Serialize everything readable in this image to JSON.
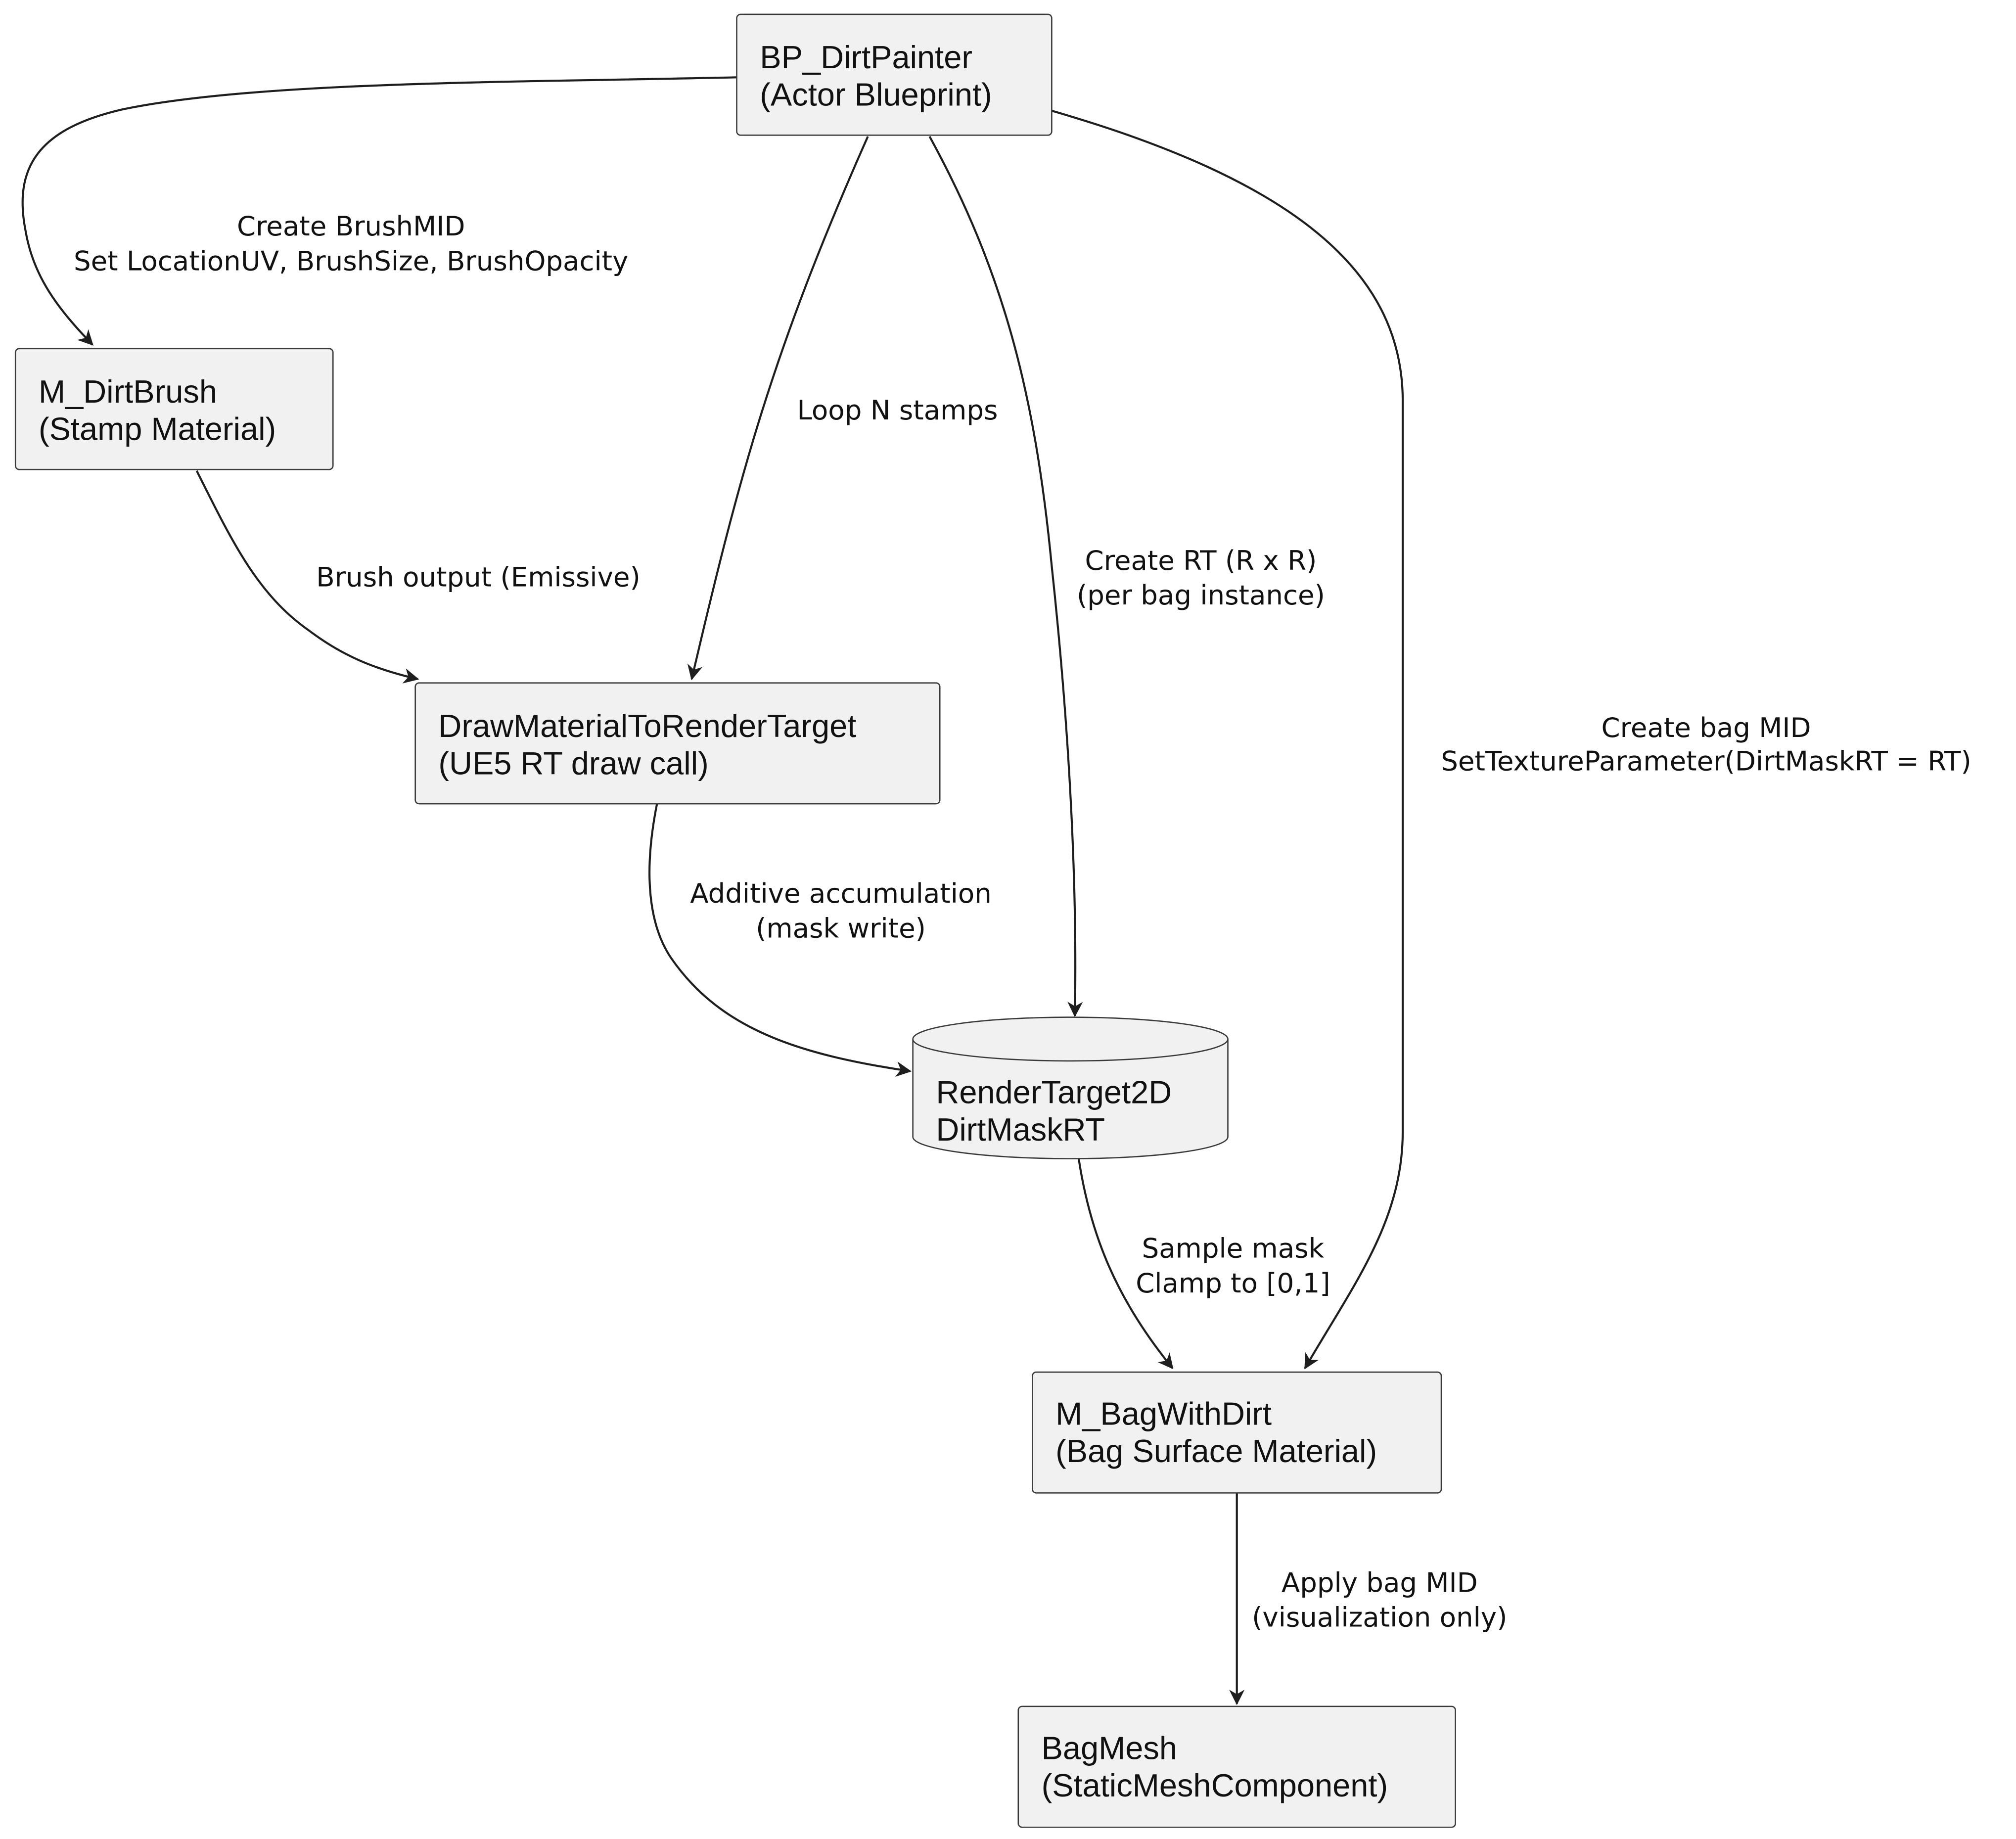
{
  "nodes": {
    "bp_dirtpainter": {
      "line1": "BP_DirtPainter",
      "line2": "(Actor Blueprint)"
    },
    "m_dirtbrush": {
      "line1": "M_DirtBrush",
      "line2": "(Stamp Material)"
    },
    "draw_material": {
      "line1": "DrawMaterialToRenderTarget",
      "line2": "(UE5 RT draw call)"
    },
    "render_target": {
      "line1": "RenderTarget2D",
      "line2": "DirtMaskRT"
    },
    "m_bagwithdirt": {
      "line1": "M_BagWithDirt",
      "line2": "(Bag Surface Material)"
    },
    "bagmesh": {
      "line1": "BagMesh",
      "line2": "(StaticMeshComponent)"
    }
  },
  "edges": {
    "create_brush": {
      "line1": "Create BrushMID",
      "line2": "Set LocationUV, BrushSize, BrushOpacity"
    },
    "loop_stamps": {
      "line1": "Loop N stamps"
    },
    "create_rt": {
      "line1": "Create RT (R x R)",
      "line2": "(per bag instance)"
    },
    "create_bag_mid": {
      "line1": "Create bag MID",
      "line2": "SetTextureParameter(DirtMaskRT = RT)"
    },
    "brush_output": {
      "line1": "Brush output (Emissive)"
    },
    "additive": {
      "line1": "Additive accumulation",
      "line2": "(mask write)"
    },
    "sample_mask": {
      "line1": "Sample mask",
      "line2": "Clamp to [0,1]"
    },
    "apply_bag_mid": {
      "line1": "Apply bag MID",
      "line2": "(visualization only)"
    }
  }
}
